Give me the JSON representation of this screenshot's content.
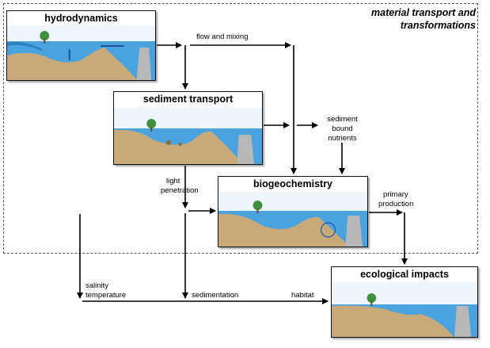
{
  "region": {
    "title_line1": "material transport and",
    "title_line2": "transformations"
  },
  "panels": {
    "hydrodynamics": "hydrodynamics",
    "sediment_transport": "sediment transport",
    "biogeochemistry": "biogeochemistry",
    "ecological_impacts": "ecological impacts"
  },
  "labels": {
    "flow_mixing": "flow and mixing",
    "sediment_bound_1": "sediment",
    "sediment_bound_2": "bound",
    "sediment_bound_3": "nutrients",
    "light_1": "light",
    "light_2": "penetration",
    "primary_1": "primary",
    "primary_2": "production",
    "salinity_1": "salinity",
    "salinity_2": "temperature",
    "sedimentation": "sedimentation",
    "habitat": "habitat"
  },
  "colors": {
    "water": "#4aa3df",
    "land": "#c9a97a",
    "sky": "#eef6fb",
    "rock": "#b8b8b8",
    "tree": "#3f8f3f"
  }
}
